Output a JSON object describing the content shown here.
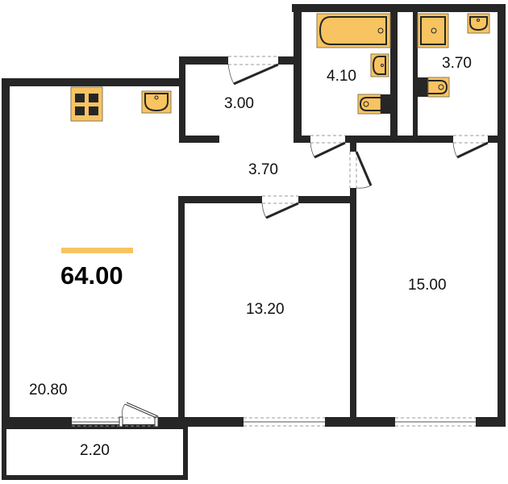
{
  "plan": {
    "total_area": "64.00",
    "accent_color": "#f8c462",
    "wall_color": "#262626",
    "rooms": [
      {
        "name": "living-kitchen",
        "area": "20.80"
      },
      {
        "name": "storage",
        "area": "3.00"
      },
      {
        "name": "hallway",
        "area": "3.70"
      },
      {
        "name": "bathroom",
        "area": "4.10"
      },
      {
        "name": "toilet-shower",
        "area": "3.70"
      },
      {
        "name": "bedroom-1",
        "area": "13.20"
      },
      {
        "name": "bedroom-2",
        "area": "15.00"
      },
      {
        "name": "balcony",
        "area": "2.20"
      }
    ]
  }
}
